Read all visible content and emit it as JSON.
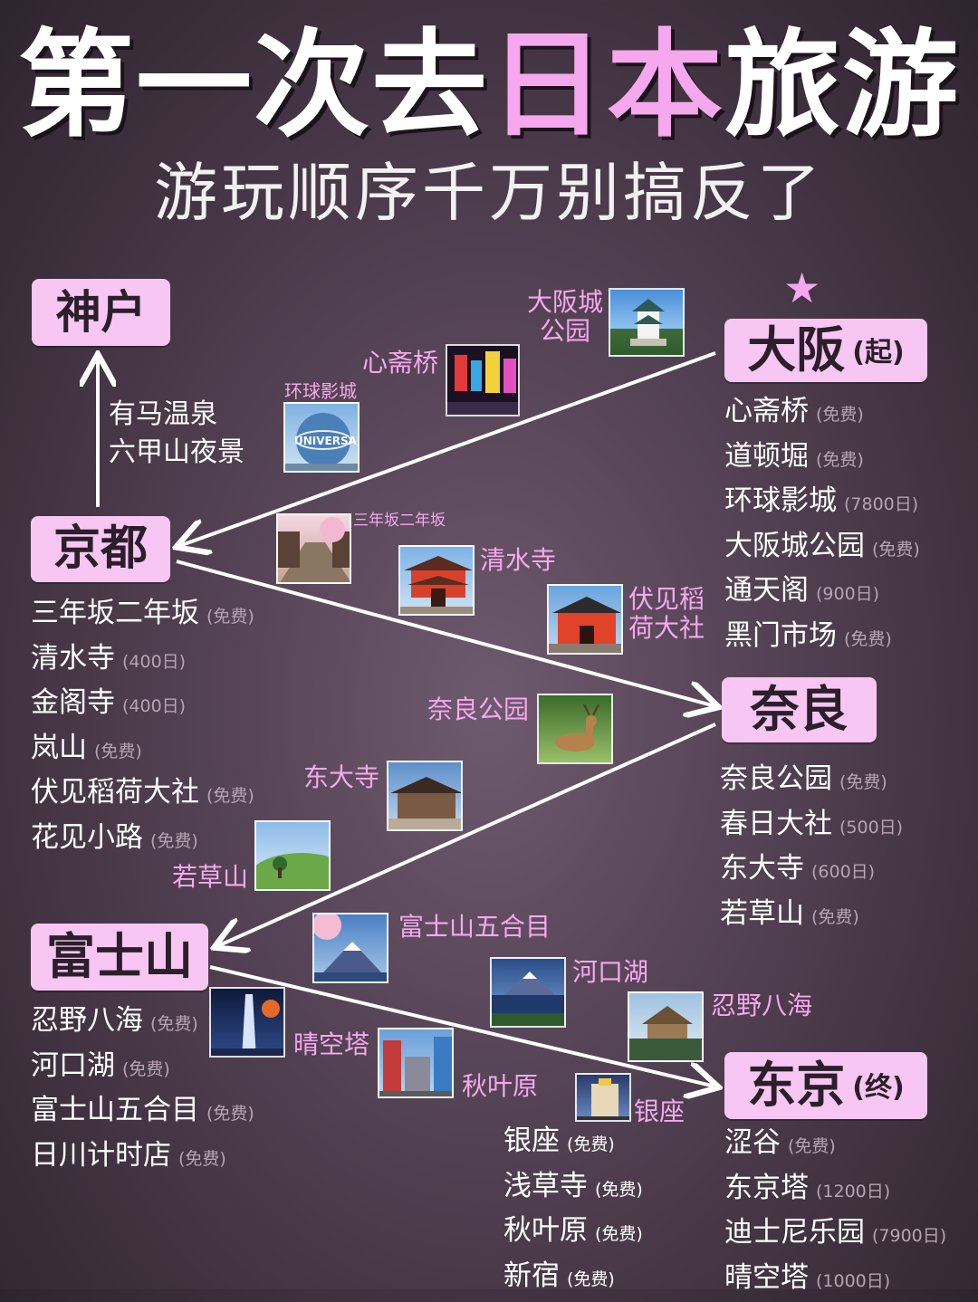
{
  "title": {
    "part1": "第一次去",
    "part2": "日本",
    "part3": "旅游"
  },
  "subtitle": "游玩顺序千万别搞反了",
  "star": "★",
  "cities": {
    "kobe": {
      "name": "神户"
    },
    "osaka": {
      "name": "大阪",
      "tag": "(起)"
    },
    "kyoto": {
      "name": "京都"
    },
    "nara": {
      "name": "奈良"
    },
    "fuji": {
      "name": "富士山"
    },
    "tokyo": {
      "name": "东京",
      "tag": "(终)"
    }
  },
  "kyoto_to_kobe": {
    "line1": "有马温泉",
    "line2": "六甲山夜景"
  },
  "osaka_list": [
    {
      "name": "心斋桥",
      "price": "(免费)"
    },
    {
      "name": "道顿堀",
      "price": "(免费)"
    },
    {
      "name": "环球影城",
      "price": "(7800日)"
    },
    {
      "name": "大阪城公园",
      "price": "(免费)"
    },
    {
      "name": "通天阁",
      "price": "(900日)"
    },
    {
      "name": "黑门市场",
      "price": "(免费)"
    }
  ],
  "kyoto_list": [
    {
      "name": "三年坂二年坂",
      "price": "(免费)"
    },
    {
      "name": "清水寺",
      "price": "(400日)"
    },
    {
      "name": "金阁寺",
      "price": "(400日)"
    },
    {
      "name": "岚山",
      "price": "(免费)"
    },
    {
      "name": "伏见稻荷大社",
      "price": "(免费)"
    },
    {
      "name": "花见小路",
      "price": "(免费)"
    }
  ],
  "nara_list": [
    {
      "name": "奈良公园",
      "price": "(免费)"
    },
    {
      "name": "春日大社",
      "price": "(500日)"
    },
    {
      "name": "东大寺",
      "price": "(600日)"
    },
    {
      "name": "若草山",
      "price": "(免费)"
    }
  ],
  "fuji_list": [
    {
      "name": "忍野八海",
      "price": "(免费)"
    },
    {
      "name": "河口湖",
      "price": "(免费)"
    },
    {
      "name": "富士山五合目",
      "price": "(免费)"
    },
    {
      "name": "日川计时店",
      "price": "(免费)"
    }
  ],
  "ginza_list": [
    {
      "name": "银座",
      "price": "(免费)"
    },
    {
      "name": "浅草寺",
      "price": "(免费)"
    },
    {
      "name": "秋叶原",
      "price": "(免费)"
    },
    {
      "name": "新宿",
      "price": "(免费)"
    }
  ],
  "tokyo_list": [
    {
      "name": "涩谷",
      "price": "(免费)"
    },
    {
      "name": "东京塔",
      "price": "(1200日)"
    },
    {
      "name": "迪士尼乐园",
      "price": "(7900日)"
    },
    {
      "name": "晴空塔",
      "price": "(1000日)"
    }
  ],
  "spot_labels": {
    "osaka_castle": {
      "line1": "大阪城",
      "line2": "公园"
    },
    "shinsaibashi": "心斋桥",
    "usj": "环球影城",
    "sannenzaka": "三年坂二年坂",
    "kiyomizu": "清水寺",
    "fushimi": {
      "line1": "伏见稻",
      "line2": "荷大社"
    },
    "nara_park": "奈良公园",
    "todaiji": "东大寺",
    "wakakusa": "若草山",
    "fuji5": "富士山五合目",
    "kawaguchi": "河口湖",
    "oshino": "忍野八海",
    "skytree": "晴空塔",
    "akihabara": "秋叶原",
    "ginza": "银座"
  },
  "usj_globe_text": "UNIVERSAL",
  "colors": {
    "accent_pink": "#f6a8ee",
    "city_box": "#f7c6f3",
    "price_gray": "#b7a3b4"
  }
}
